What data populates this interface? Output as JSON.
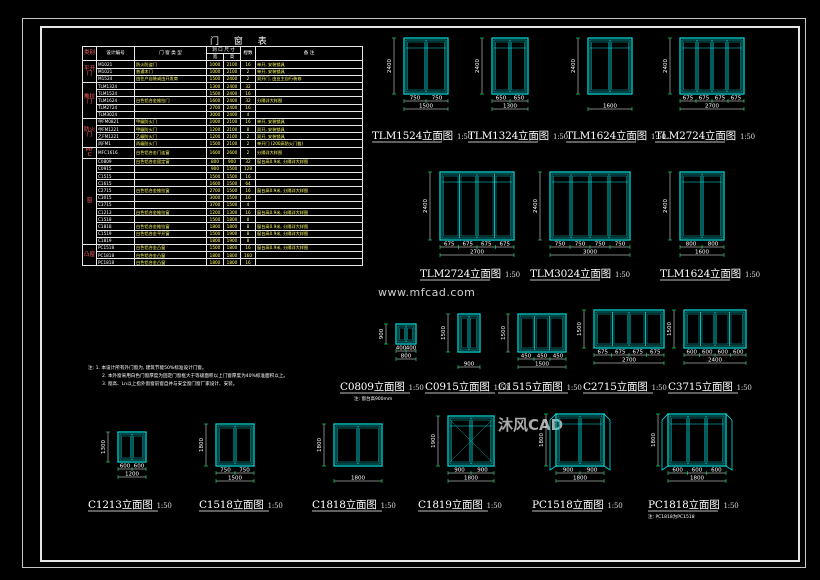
{
  "schedule": {
    "title": "门 窗 表",
    "headers": {
      "category": "类别",
      "code": "设计编号",
      "name": "门 窗 类 型",
      "size": "洞 口 尺 寸",
      "width": "宽",
      "height": "高",
      "count": "樘数",
      "remark": "备 注"
    },
    "rows": [
      {
        "cat": "平开门",
        "span": 3,
        "code": "M1021",
        "name": "防火防盗门",
        "w": "1000",
        "h": "2100",
        "n": "16",
        "rem": "单开, 安装锁具"
      },
      {
        "code": "M1021",
        "name": "普通木门",
        "w": "1000",
        "h": "2100",
        "n": "2",
        "rem": "单开, 安装锁具"
      },
      {
        "code": "M1524",
        "name": "由住户自装或由开发商",
        "w": "1500",
        "h": "2400",
        "n": "2",
        "rem": "双开门, 由业主自行装修"
      },
      {
        "cat": "推拉门",
        "span": 5,
        "code": "TLM1324",
        "name": "",
        "w": "1300",
        "h": "2400",
        "n": "32",
        "rem": ""
      },
      {
        "code": "TLM1524",
        "name": "",
        "w": "1500",
        "h": "2400",
        "n": "16",
        "rem": ""
      },
      {
        "code": "TLM1624",
        "name": "白色铝合金推拉门",
        "w": "1600",
        "h": "2400",
        "n": "32",
        "rem": "分隔详大样图"
      },
      {
        "code": "TLM2724",
        "name": "",
        "w": "2700",
        "h": "2400",
        "n": "16",
        "rem": ""
      },
      {
        "code": "TLM3024",
        "name": "",
        "w": "3000",
        "h": "2400",
        "n": "4",
        "rem": ""
      },
      {
        "cat": "防火门",
        "span": 4,
        "code": "甲FM0821",
        "name": "甲级防火门",
        "w": "1000",
        "h": "2100",
        "n": "16",
        "rem": "单开, 安装锁具"
      },
      {
        "code": "甲FM1221",
        "name": "甲级防火门",
        "w": "1200",
        "h": "2100",
        "n": "8",
        "rem": "双开, 安装锁具"
      },
      {
        "code": "乙FM1221",
        "name": "乙级防火门",
        "w": "1200",
        "h": "2100",
        "n": "2",
        "rem": "双开, 安装锁具"
      },
      {
        "code": "丙FM1",
        "name": "丙级防火门",
        "w": "1500",
        "h": "2100",
        "n": "2",
        "rem": "单开门 (200高防火门槛)"
      },
      {
        "cat": "MFC",
        "span": 1,
        "code": "MFC1616",
        "name": "白色铝合金门连窗",
        "w": "1600",
        "h": "2600",
        "n": "2",
        "rem": "分隔详大样图"
      },
      {
        "cat": "窗",
        "span": 12,
        "code": "C0809",
        "name": "白色铝合金固定窗",
        "w": "800",
        "h": "900",
        "n": "32",
        "rem": "窗台高0.9米, 分隔详大样图"
      },
      {
        "code": "C0915",
        "name": "",
        "w": "900",
        "h": "1500",
        "n": "128",
        "rem": ""
      },
      {
        "code": "C1515",
        "name": "",
        "w": "1500",
        "h": "1500",
        "n": "16",
        "rem": ""
      },
      {
        "code": "C1615",
        "name": "",
        "w": "1600",
        "h": "1500",
        "n": "64",
        "rem": ""
      },
      {
        "code": "C2715",
        "name": "白色铝合金推拉窗",
        "w": "2700",
        "h": "1500",
        "n": "16",
        "rem": "窗台高0.9米, 分隔详大样图"
      },
      {
        "code": "C3015",
        "name": "",
        "w": "3000",
        "h": "1500",
        "n": "16",
        "rem": ""
      },
      {
        "code": "C3715",
        "name": "",
        "w": "3700",
        "h": "1500",
        "n": "4",
        "rem": ""
      },
      {
        "code": "C1213",
        "name": "白色铝合金推拉窗",
        "w": "1200",
        "h": "1300",
        "n": "16",
        "rem": "窗台高0.9米, 分隔详大样图"
      },
      {
        "code": "C1518",
        "name": "",
        "w": "1500",
        "h": "1800",
        "n": "8",
        "rem": ""
      },
      {
        "code": "C1818",
        "name": "白色铝合金推拉窗",
        "w": "1800",
        "h": "1800",
        "n": "8",
        "rem": "窗台高0.9米, 分隔详大样图"
      },
      {
        "code": "C1519",
        "name": "白色铝合金平开窗",
        "w": "1500",
        "h": "1900",
        "n": "8",
        "rem": "窗台高0.9米, 分隔详大样图"
      },
      {
        "code": "C1819",
        "name": "",
        "w": "1800",
        "h": "1900",
        "n": "8",
        "rem": ""
      },
      {
        "cat": "凸窗",
        "span": 3,
        "code": "PC1518",
        "name": "白色铝合金凸窗",
        "w": "1500",
        "h": "1800",
        "n": "16",
        "rem": "窗台高0.9米, 分隔详大样图"
      },
      {
        "code": "PC1818",
        "name": "白色铝合金凸窗",
        "w": "1800",
        "h": "1800",
        "n": "160",
        "rem": ""
      },
      {
        "code": "PC1818",
        "name": "白色铝合金凸窗",
        "w": "1800",
        "h": "1800",
        "n": "16",
        "rem": ""
      }
    ]
  },
  "notes": [
    "注: 1. 本设计所有外门窗为, 建筑节能50%标准设计门窗。",
    "2. 本外窗采用白色门窗厚度为固定门窗框大于等级面积以上门窗厚度为40%标准面积以上。",
    "3. 窗高、Ln以上指外窗窗前窗自并与安全窗门窗厂家设计、安装。"
  ],
  "elevations": [
    {
      "id": "TLM1524",
      "title": "TLM1524立面图",
      "scale": "1:50",
      "h_dim": "2400",
      "w_dims": [
        "750",
        "750"
      ],
      "w_total": "1500"
    },
    {
      "id": "TLM1324",
      "title": "TLM1324立面图",
      "scale": "1:50",
      "h_dim": "2400",
      "w_dims": [
        "650",
        "650"
      ],
      "w_total": "1300"
    },
    {
      "id": "TLM1624",
      "title": "TLM1624立面图",
      "scale": "1:50",
      "h_dim": "2400",
      "w_dims": [],
      "w_total": "1600"
    },
    {
      "id": "TLM2724a",
      "title": "TLM2724立面图",
      "scale": "1:50",
      "h_dim": "2400",
      "w_dims": [
        "675",
        "675",
        "675",
        "675"
      ],
      "w_total": "2700"
    },
    {
      "id": "TLM2724",
      "title": "TLM2724立面图",
      "scale": "1:50",
      "h_dim": "2400",
      "w_dims": [
        "675",
        "675",
        "675",
        "675"
      ],
      "w_total": "2700"
    },
    {
      "id": "TLM3024",
      "title": "TLM3024立面图",
      "scale": "1:50",
      "h_dim": "2400",
      "w_dims": [
        "750",
        "750",
        "750",
        "750"
      ],
      "w_total": "3000"
    },
    {
      "id": "TLM1624b",
      "title": "TLM1624立面图",
      "scale": "1:50",
      "h_dim": "2400",
      "w_dims": [
        "800",
        "800"
      ],
      "w_total": "1600"
    },
    {
      "id": "C0809",
      "title": "C0809立面图",
      "scale": "1:50",
      "h_dim": "900",
      "w_dims": [
        "400",
        "400"
      ],
      "w_total": "800"
    },
    {
      "id": "C0915",
      "title": "C0915立面图",
      "scale": "1:50",
      "h_dim": "1500",
      "w_dims": [],
      "w_total": "900"
    },
    {
      "id": "C1515",
      "title": "C1515立面图",
      "scale": "1:50",
      "h_dim": "1500",
      "w_dims": [
        "450",
        "450",
        "450"
      ],
      "w_total": "1500"
    },
    {
      "id": "C2715",
      "title": "C2715立面图",
      "scale": "1:50",
      "h_dim": "1500",
      "w_dims": [
        "675",
        "675",
        "675",
        "675"
      ],
      "w_total": "2700"
    },
    {
      "id": "C3715",
      "title": "C3715立面图",
      "scale": "1:50",
      "h_dim": "1500",
      "w_dims": [
        "600",
        "600",
        "600",
        "600"
      ],
      "w_total": "2400"
    },
    {
      "id": "C1213",
      "title": "C1213立面图",
      "scale": "1:50",
      "h_dim": "1300",
      "w_dims": [
        "600",
        "600"
      ],
      "w_total": "1200"
    },
    {
      "id": "C1518",
      "title": "C1518立面图",
      "scale": "1:50",
      "h_dim": "1800",
      "w_dims": [
        "750",
        "750"
      ],
      "w_total": "1500"
    },
    {
      "id": "C1818",
      "title": "C1818立面图",
      "scale": "1:50",
      "h_dim": "1800",
      "w_dims": [],
      "w_total": "1800"
    },
    {
      "id": "C1819",
      "title": "C1819立面图",
      "scale": "1:50",
      "h_dim": "1900",
      "w_dims": [
        "900",
        "900"
      ],
      "w_total": "1800"
    },
    {
      "id": "PC1518",
      "title": "PC1518立面图",
      "scale": "1:50",
      "h_dim": "1800",
      "w_dims": [
        "900",
        "900"
      ],
      "w_total": "1800"
    },
    {
      "id": "PC1818",
      "title": "PC1818立面图",
      "scale": "1:50",
      "h_dim": "1800",
      "w_dims": [
        "600",
        "600",
        "600"
      ],
      "w_total": "1800"
    }
  ],
  "watermark": {
    "site": "www.mfcad.com",
    "brand": "沐风CAD",
    "sub_url": "www.mfcad.com"
  },
  "small_notes": {
    "c0809": "注: 窗台高900mm",
    "pc1818": "注: PC1818为PC1518"
  },
  "colors": {
    "frame": "#00e5e5",
    "glass": "#00a0a0",
    "dimension": "#ffffff",
    "yellow_text": "#ffff66",
    "red_text": "#ff6060",
    "green_dim": "#00ff66"
  }
}
